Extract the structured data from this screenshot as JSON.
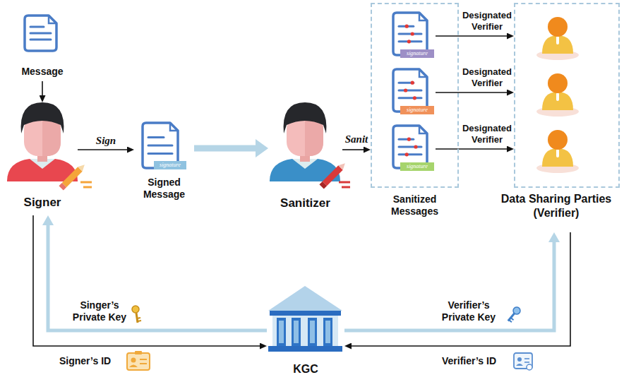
{
  "diagram": {
    "nodes": [
      {
        "text": [
          "Message"
        ]
      },
      {
        "text": [
          "Signer"
        ]
      },
      {
        "text": [
          "signature",
          "Signed Message"
        ]
      },
      {
        "text": [
          "Sanitizer"
        ]
      },
      {
        "text": [
          "Sanitized Messages"
        ]
      },
      {
        "text": [
          "signature"
        ],
        "in": 4
      },
      {
        "text": [
          "signature"
        ],
        "in": 4
      },
      {
        "text": [
          "signature"
        ],
        "in": 4
      },
      {
        "text": [
          "Data Sharing Parties (Verifier)"
        ]
      },
      {
        "text": [
          "KGC"
        ]
      }
    ],
    "edges": [
      {
        "from": 0,
        "to": 1,
        "arrow": "to"
      },
      {
        "from": 1,
        "to": 2,
        "label": "Sign",
        "arrow": "to"
      },
      {
        "from": 2,
        "to": 3,
        "arrow": "to"
      },
      {
        "from": 3,
        "to": 4,
        "label": "Sanit",
        "arrow": "to"
      },
      {
        "from": 5,
        "to": 8,
        "label": "Designated Verifier",
        "arrow": "to"
      },
      {
        "from": 6,
        "to": 8,
        "label": "Designated Verifier",
        "arrow": "to"
      },
      {
        "from": 7,
        "to": 8,
        "label": "Designated Verifier",
        "arrow": "to"
      },
      {
        "from": 9,
        "to": 1,
        "label": "Singer’s Private Key",
        "arrow": "to"
      },
      {
        "from": 1,
        "to": 9,
        "label": "Signer’s ID",
        "arrow": "to"
      },
      {
        "from": 9,
        "to": 8,
        "label": "Verifier’s Private Key",
        "arrow": "to"
      },
      {
        "from": 8,
        "to": 9,
        "label": "Verifier’s ID",
        "arrow": "to"
      }
    ]
  }
}
